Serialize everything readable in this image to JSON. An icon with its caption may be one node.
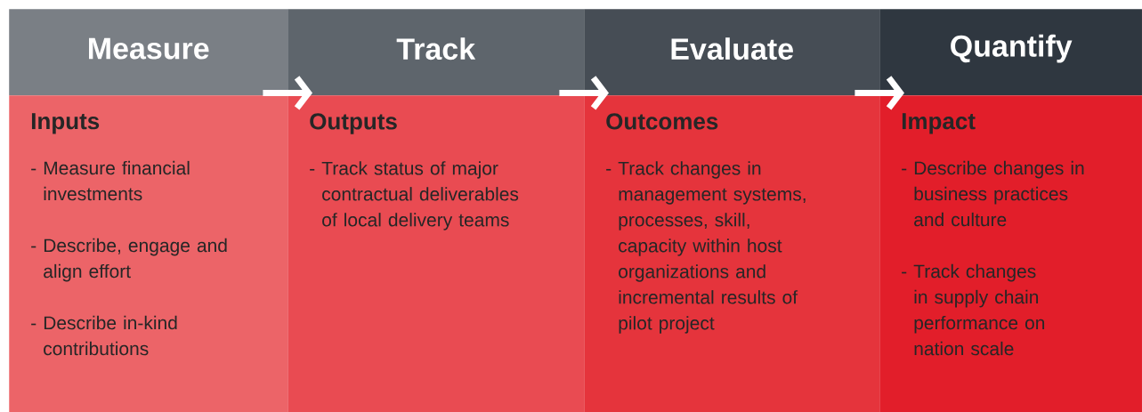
{
  "diagram": {
    "nodes": [
      {
        "text": [
          "Measure"
        ]
      },
      {
        "text": [
          "Track"
        ]
      },
      {
        "text": [
          "Evaluate"
        ]
      },
      {
        "text": [
          "Quantify"
        ]
      },
      {
        "text": [
          "Inputs",
          "- Measure financial investments",
          "- Describe, engage and align effort",
          "- Describe in-kind contributions"
        ]
      },
      {
        "text": [
          "Outputs",
          "- Track status of major contractual deliverables of local delivery teams"
        ]
      },
      {
        "text": [
          "Outcomes",
          "- Track changes in management systems, processes, skill, capacity within host organizations and incremental results of pilot project"
        ]
      },
      {
        "text": [
          "Impact",
          "- Describe changes in business practices and culture",
          "- Track changes in supply chain performance on nation scale"
        ]
      }
    ],
    "edges": [
      {
        "from": 0,
        "to": 1,
        "arrow": "to"
      },
      {
        "from": 1,
        "to": 2,
        "arrow": "to"
      },
      {
        "from": 2,
        "to": 3,
        "arrow": "to"
      }
    ]
  }
}
